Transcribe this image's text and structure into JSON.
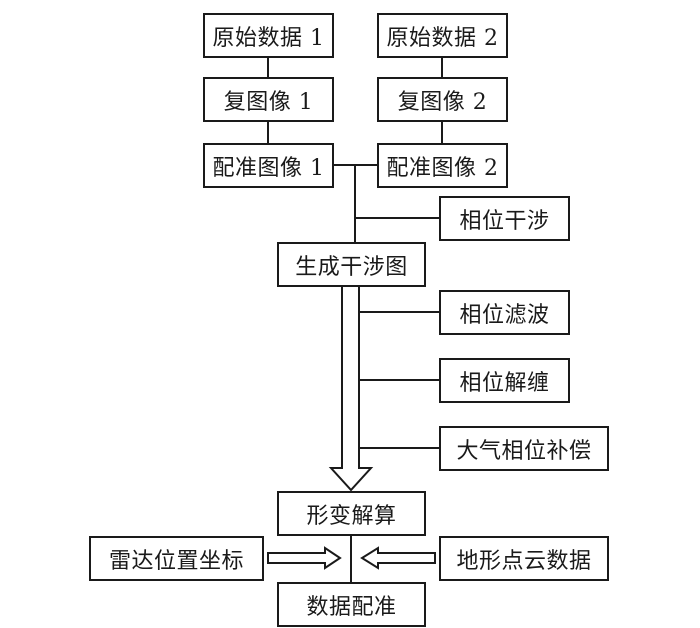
{
  "diagram": {
    "nodes": {
      "raw1": "原始数据 1",
      "raw2": "原始数据 2",
      "complex1": "复图像 1",
      "complex2": "复图像 2",
      "reg1": "配准图像 1",
      "reg2": "配准图像 2",
      "phase_interference": "相位干涉",
      "gen_interferogram": "生成干涉图",
      "phase_filter": "相位滤波",
      "phase_unwrap": "相位解缠",
      "atmo_comp": "大气相位补偿",
      "deform_solve": "形变解算",
      "radar_pos": "雷达位置坐标",
      "terrain_cloud": "地形点云数据",
      "data_registration": "数据配准"
    },
    "edges": [
      {
        "from": "raw1",
        "to": "complex1"
      },
      {
        "from": "complex1",
        "to": "reg1"
      },
      {
        "from": "raw2",
        "to": "complex2"
      },
      {
        "from": "complex2",
        "to": "reg2"
      },
      {
        "from": "reg1",
        "to": "gen_interferogram"
      },
      {
        "from": "reg2",
        "to": "gen_interferogram"
      },
      {
        "from": "phase_interference",
        "to": "gen_interferogram"
      },
      {
        "from": "gen_interferogram",
        "to": "deform_solve",
        "style": "hollow-arrow"
      },
      {
        "from": "phase_filter",
        "to": "gen_interferogram-arrow"
      },
      {
        "from": "phase_unwrap",
        "to": "gen_interferogram-arrow"
      },
      {
        "from": "atmo_comp",
        "to": "gen_interferogram-arrow"
      },
      {
        "from": "deform_solve",
        "to": "data_registration"
      },
      {
        "from": "radar_pos",
        "to": "data_registration-link",
        "style": "hollow-arrow"
      },
      {
        "from": "terrain_cloud",
        "to": "data_registration-link",
        "style": "hollow-arrow"
      }
    ]
  }
}
